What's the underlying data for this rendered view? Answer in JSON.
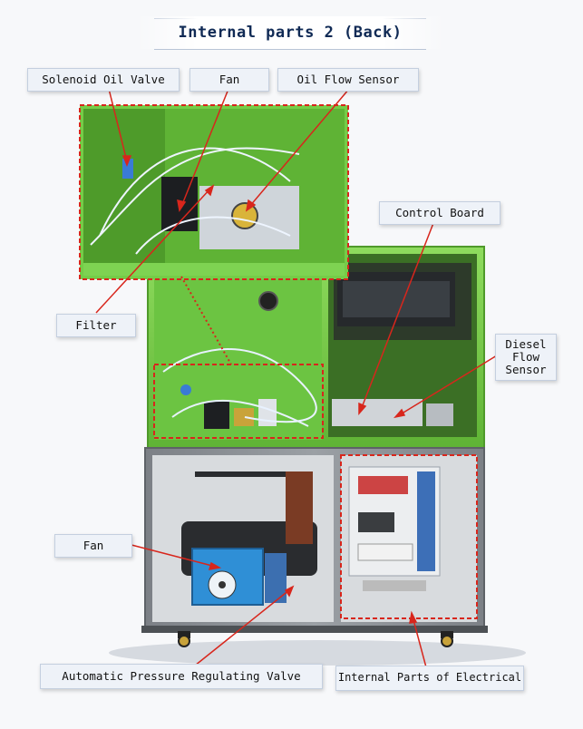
{
  "title": "Internal parts 2 (Back)",
  "labels": {
    "solenoid_oil_valve": "Solenoid Oil Valve",
    "fan_top": "Fan",
    "oil_flow_sensor": "Oil Flow Sensor",
    "control_board": "Control Board",
    "filter": "Filter",
    "diesel_flow_sensor": "Diesel\nFlow\nSensor",
    "fan_bottom": "Fan",
    "automatic_pressure_regulating_valve": "Automatic Pressure Regulating Valve",
    "internal_parts_of_electrical": "Internal Parts of Electrical"
  },
  "colors": {
    "machine_green": "#79cf4c",
    "machine_green_dark": "#4f9a2a",
    "cabinet_grey": "#8b8f93",
    "callout_red": "#d8261c",
    "label_bg": "#eef2f8",
    "title_text": "#102a55"
  }
}
